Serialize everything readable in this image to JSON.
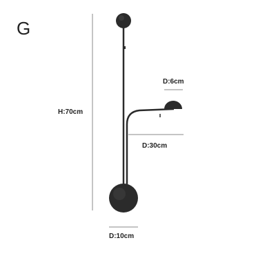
{
  "variant_letter": "G",
  "dimensions": {
    "height": "H:70cm",
    "shade_diameter": "D:6cm",
    "arm_length": "D:30cm",
    "base_diameter": "D:10cm"
  },
  "colors": {
    "background": "#ffffff",
    "lamp_body": "#2b2b2b",
    "dimension_line": "#8a8a8a",
    "text": "#222222"
  }
}
